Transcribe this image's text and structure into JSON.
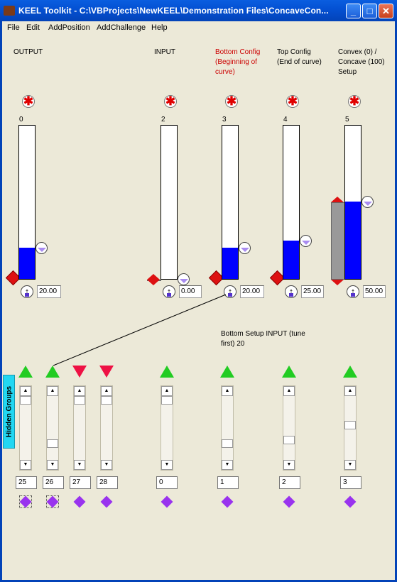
{
  "window": {
    "title": "KEEL Toolkit - C:\\VBProjects\\NewKEEL\\Demonstration Files\\ConcaveCon..."
  },
  "window_buttons": {
    "minimize": "_",
    "maximize": "□",
    "close": "✕"
  },
  "menu": [
    "File",
    "Edit",
    "AddPosition",
    "AddChallenge",
    "Help"
  ],
  "columns": [
    {
      "label": "OUTPUT",
      "label_color": "#000000",
      "index": "0",
      "value": "20.00",
      "level": 0.2,
      "has_grey": false
    },
    {
      "label": "INPUT",
      "label_color": "#000000",
      "index": "2",
      "value": "0.00",
      "level": 0.0,
      "has_grey": true
    },
    {
      "label": "Bottom Config (Beginning of curve)",
      "label_color": "#cc0000",
      "index": "3",
      "value": "20.00",
      "level": 0.2,
      "has_grey": false
    },
    {
      "label": "Top Config (End of curve)",
      "label_color": "#000000",
      "index": "4",
      "value": "25.00",
      "level": 0.25,
      "has_grey": false
    },
    {
      "label": "Convex (0) / Concave (100) Setup",
      "label_color": "#000000",
      "index": "5",
      "value": "50.00",
      "level": 0.5,
      "has_grey": true
    }
  ],
  "col_label_lines": [
    [
      "OUTPUT"
    ],
    [
      "INPUT"
    ],
    [
      "Bottom Config",
      "(Beginning of",
      "curve)"
    ],
    [
      "Top Config",
      "(End of curve)"
    ],
    [
      "Convex (0) /",
      "Concave (100)",
      "Setup"
    ]
  ],
  "setup_label": {
    "line1": "Bottom Setup INPUT (tune",
    "line2": "first)  20"
  },
  "hidden_groups_tab": "Hidden Groups",
  "groups": [
    {
      "id": "25",
      "direction": "up",
      "selected": true
    },
    {
      "id": "26",
      "direction": "up",
      "selected": true
    },
    {
      "id": "27",
      "direction": "down",
      "selected": false
    },
    {
      "id": "28",
      "direction": "down",
      "selected": false
    },
    {
      "id": "0",
      "direction": "up",
      "selected": false
    },
    {
      "id": "1",
      "direction": "up",
      "selected": false
    },
    {
      "id": "2",
      "direction": "up",
      "selected": false
    },
    {
      "id": "3",
      "direction": "up",
      "selected": false
    }
  ],
  "icons": {
    "importance": "red-star-icon",
    "minus": "red-diamond-icon",
    "top_handle": "red-triangle-up-icon",
    "bottom_handle": "red-triangle-down-icon",
    "value_handle": "lavender-half-circle-icon",
    "link": "up-arrow-icon",
    "group_direction_up": "green-triangle-up-icon",
    "group_direction_down": "red-triangle-down-icon",
    "group_marker": "purple-diamond-icon"
  },
  "colors": {
    "accent_blue": "#0000ff",
    "red_label": "#cc0000",
    "green_arrow": "#22cc22",
    "purple_diamond": "#9933ee",
    "hidden_tab": "#22d7f2"
  }
}
